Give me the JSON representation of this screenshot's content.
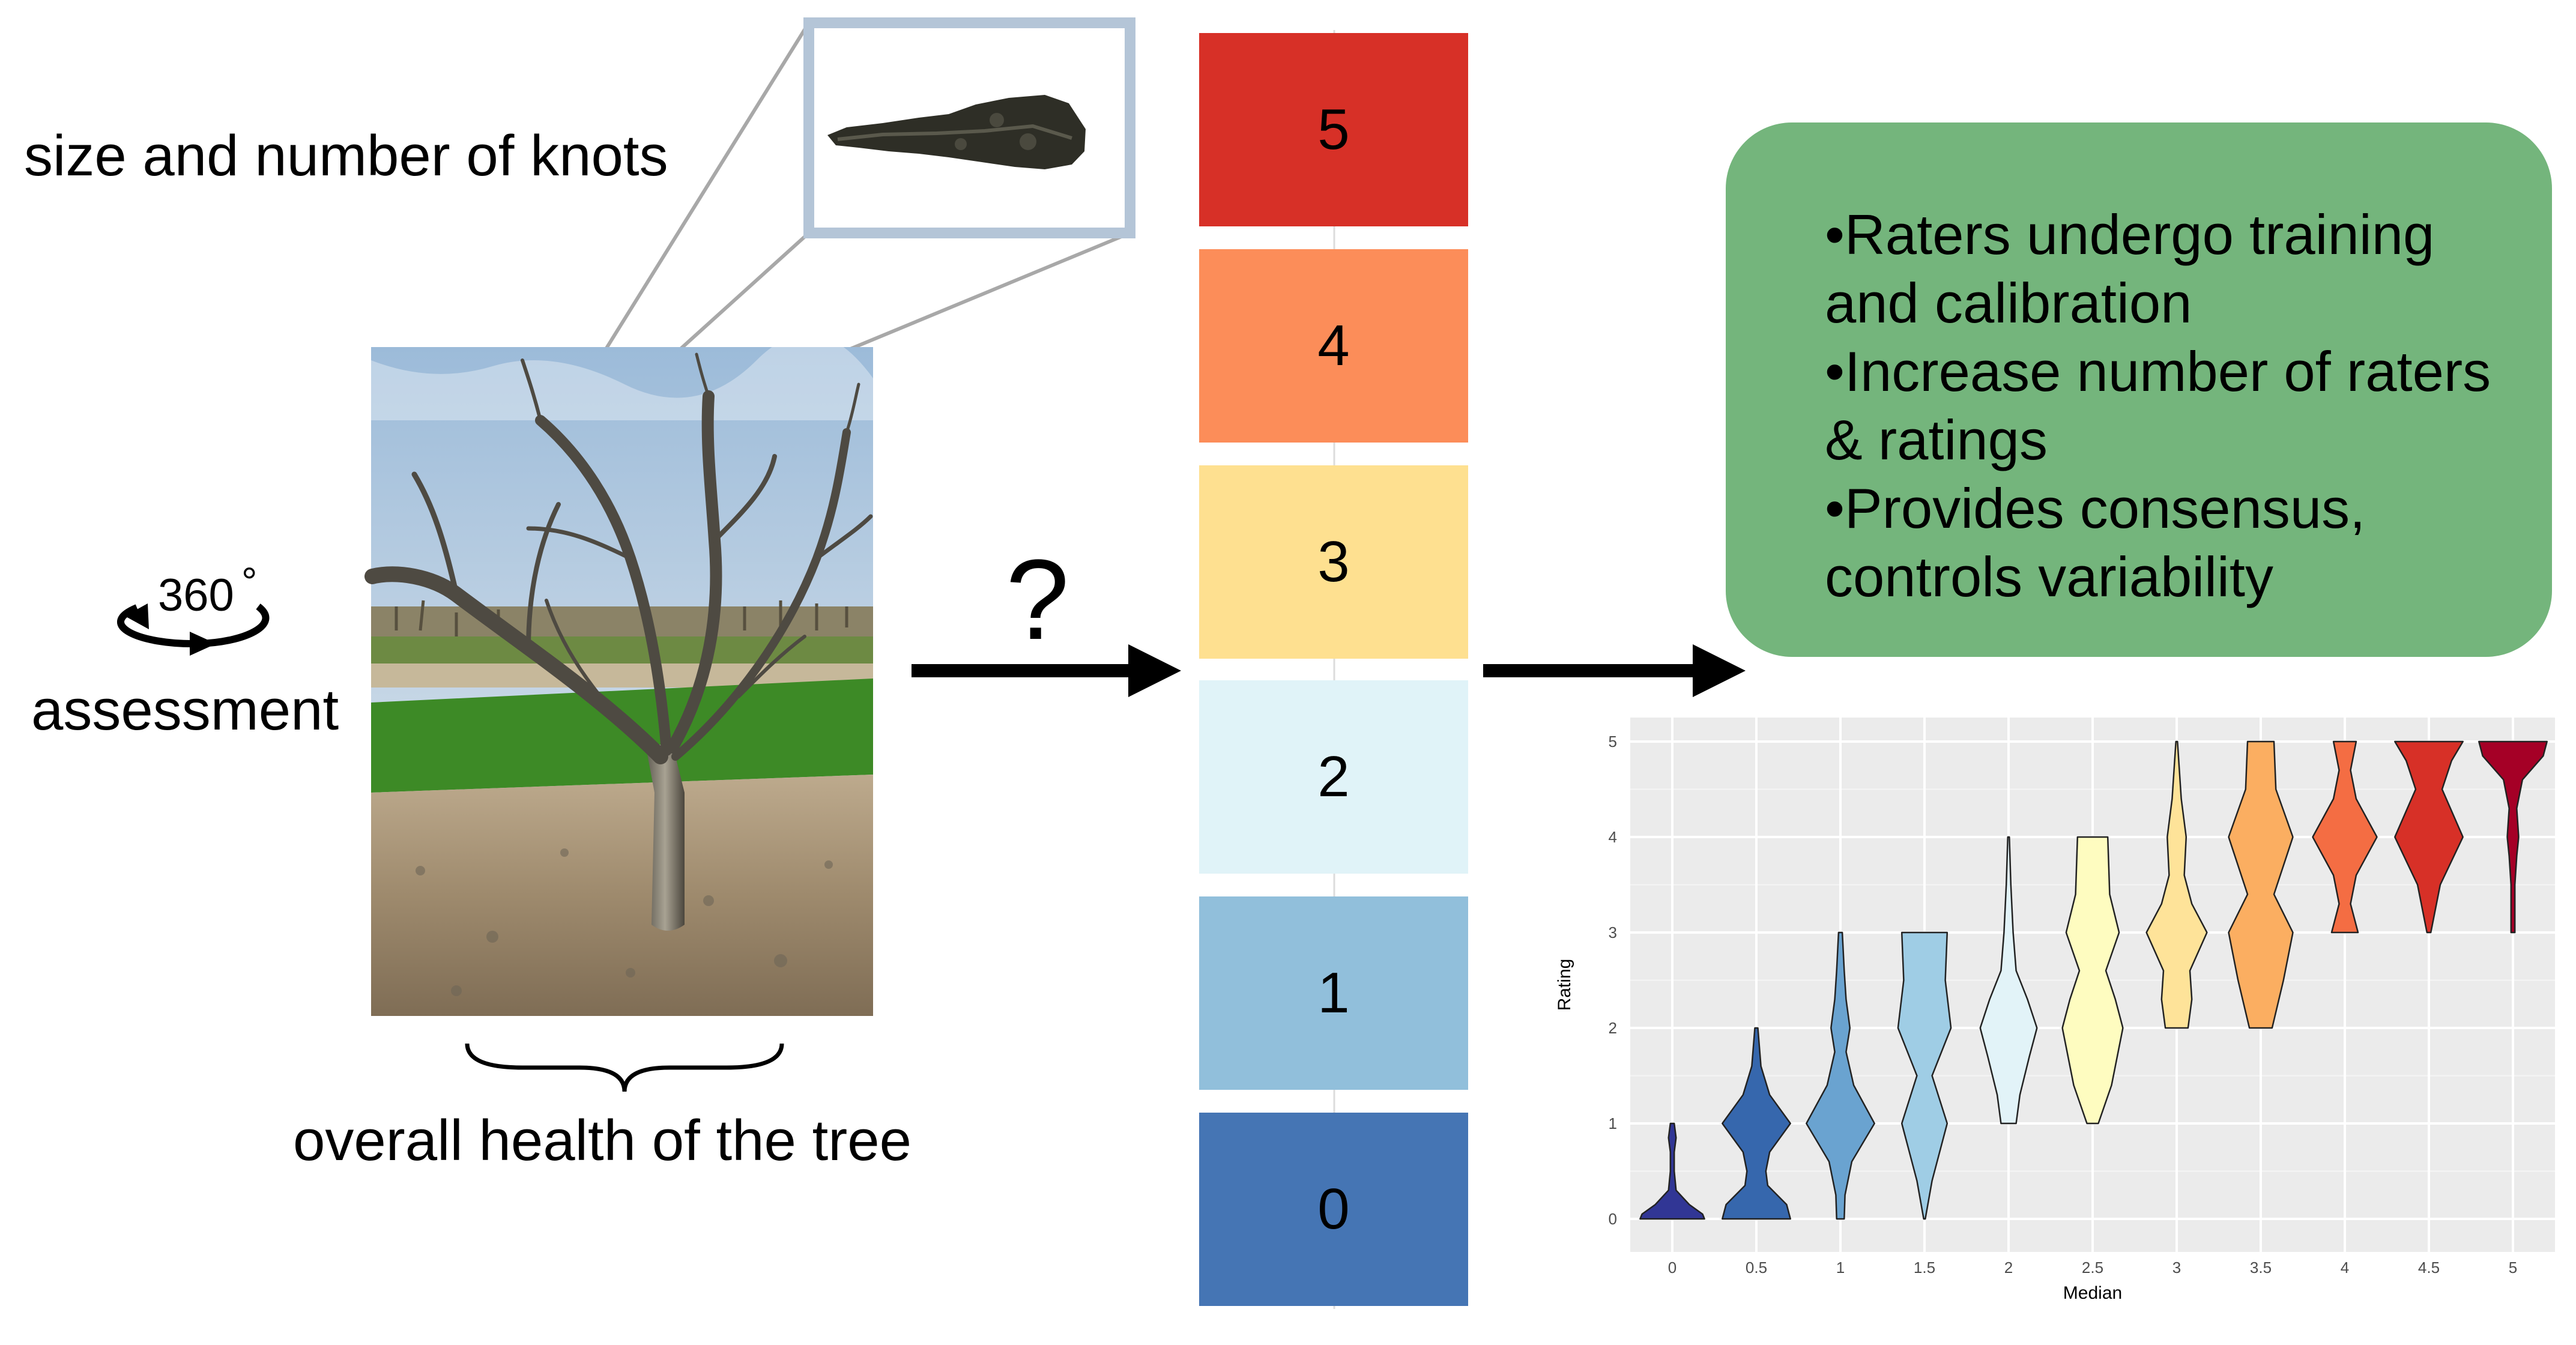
{
  "labels": {
    "knots": "size and number of knots",
    "rotation_symbol": "360",
    "degree_mark": "°",
    "assessment": "assessment",
    "overall_health": "overall health of the tree",
    "question": "?"
  },
  "scale": [
    {
      "value": "5",
      "color": "#d73027"
    },
    {
      "value": "4",
      "color": "#fc8d59"
    },
    {
      "value": "3",
      "color": "#fee090"
    },
    {
      "value": "2",
      "color": "#e0f3f8"
    },
    {
      "value": "1",
      "color": "#91bfdb"
    },
    {
      "value": "0",
      "color": "#4575b4"
    }
  ],
  "callout": {
    "color": "#74b57c",
    "bullets": [
      "•Raters undergo training and calibration",
      "•Increase number of raters & ratings",
      "•Provides consensus, controls variability"
    ]
  },
  "chart_data": {
    "type": "violin",
    "xlabel": "Median",
    "ylabel": "Rating",
    "categories": [
      "0",
      "0.5",
      "1",
      "1.5",
      "2",
      "2.5",
      "3",
      "3.5",
      "4",
      "4.5",
      "5"
    ],
    "ylim": [
      0,
      5
    ],
    "yticks": [
      "0",
      "1",
      "2",
      "3",
      "4",
      "5"
    ],
    "grid": true,
    "violins": [
      {
        "x": "0",
        "min": 0,
        "max": 1,
        "color": "#313695",
        "profile": [
          [
            0,
            0.85
          ],
          [
            0.05,
            0.8
          ],
          [
            0.15,
            0.45
          ],
          [
            0.3,
            0.1
          ],
          [
            0.5,
            0.05
          ],
          [
            0.7,
            0.05
          ],
          [
            0.85,
            0.1
          ],
          [
            1,
            0.05
          ]
        ]
      },
      {
        "x": "0.5",
        "min": 0,
        "max": 2,
        "color": "#3667ad",
        "profile": [
          [
            0,
            0.9
          ],
          [
            0.15,
            0.8
          ],
          [
            0.35,
            0.3
          ],
          [
            0.5,
            0.25
          ],
          [
            0.7,
            0.35
          ],
          [
            1,
            0.9
          ],
          [
            1.3,
            0.35
          ],
          [
            1.6,
            0.12
          ],
          [
            2,
            0.04
          ]
        ]
      },
      {
        "x": "1",
        "min": 0,
        "max": 3,
        "color": "#6aa3d0",
        "profile": [
          [
            0,
            0.1
          ],
          [
            0.25,
            0.12
          ],
          [
            0.6,
            0.3
          ],
          [
            1,
            0.9
          ],
          [
            1.4,
            0.35
          ],
          [
            1.75,
            0.15
          ],
          [
            2,
            0.25
          ],
          [
            2.3,
            0.15
          ],
          [
            2.6,
            0.1
          ],
          [
            3,
            0.05
          ]
        ]
      },
      {
        "x": "1.5",
        "min": 0,
        "max": 3,
        "color": "#9fcde5",
        "profile": [
          [
            0,
            0.02
          ],
          [
            0.4,
            0.2
          ],
          [
            1,
            0.6
          ],
          [
            1.5,
            0.2
          ],
          [
            2,
            0.7
          ],
          [
            2.5,
            0.55
          ],
          [
            3,
            0.6
          ]
        ]
      },
      {
        "x": "2",
        "min": 1,
        "max": 4,
        "color": "#e2f3f8",
        "profile": [
          [
            1,
            0.2
          ],
          [
            1.3,
            0.3
          ],
          [
            1.7,
            0.55
          ],
          [
            2,
            0.75
          ],
          [
            2.3,
            0.5
          ],
          [
            2.6,
            0.2
          ],
          [
            3,
            0.12
          ],
          [
            3.5,
            0.06
          ],
          [
            4,
            0.02
          ]
        ]
      },
      {
        "x": "2.5",
        "min": 1,
        "max": 4,
        "color": "#fefcc0",
        "profile": [
          [
            1,
            0.15
          ],
          [
            1.4,
            0.5
          ],
          [
            2,
            0.8
          ],
          [
            2.3,
            0.6
          ],
          [
            2.6,
            0.35
          ],
          [
            3,
            0.7
          ],
          [
            3.4,
            0.45
          ],
          [
            4,
            0.4
          ]
        ]
      },
      {
        "x": "3",
        "min": 2,
        "max": 5,
        "color": "#fee399",
        "profile": [
          [
            2,
            0.3
          ],
          [
            2.3,
            0.4
          ],
          [
            2.6,
            0.35
          ],
          [
            3,
            0.8
          ],
          [
            3.3,
            0.4
          ],
          [
            3.6,
            0.2
          ],
          [
            4,
            0.25
          ],
          [
            4.4,
            0.12
          ],
          [
            5,
            0.02
          ]
        ]
      },
      {
        "x": "3.5",
        "min": 2,
        "max": 5,
        "color": "#fbae61",
        "profile": [
          [
            2,
            0.3
          ],
          [
            2.5,
            0.6
          ],
          [
            3,
            0.85
          ],
          [
            3.4,
            0.35
          ],
          [
            4,
            0.85
          ],
          [
            4.5,
            0.4
          ],
          [
            5,
            0.35
          ]
        ]
      },
      {
        "x": "4",
        "min": 3,
        "max": 5,
        "color": "#f46d43",
        "profile": [
          [
            3,
            0.35
          ],
          [
            3.3,
            0.15
          ],
          [
            3.6,
            0.3
          ],
          [
            4,
            0.85
          ],
          [
            4.4,
            0.3
          ],
          [
            4.7,
            0.15
          ],
          [
            5,
            0.3
          ]
        ]
      },
      {
        "x": "4.5",
        "min": 3,
        "max": 5,
        "color": "#d73027",
        "profile": [
          [
            3,
            0.05
          ],
          [
            3.5,
            0.3
          ],
          [
            4,
            0.9
          ],
          [
            4.5,
            0.35
          ],
          [
            4.8,
            0.6
          ],
          [
            5,
            0.9
          ]
        ]
      },
      {
        "x": "5",
        "min": 3,
        "max": 5,
        "color": "#a50026",
        "profile": [
          [
            3,
            0.05
          ],
          [
            3.5,
            0.05
          ],
          [
            3.8,
            0.1
          ],
          [
            4,
            0.15
          ],
          [
            4.3,
            0.1
          ],
          [
            4.6,
            0.25
          ],
          [
            4.85,
            0.8
          ],
          [
            5,
            0.9
          ]
        ]
      }
    ]
  }
}
